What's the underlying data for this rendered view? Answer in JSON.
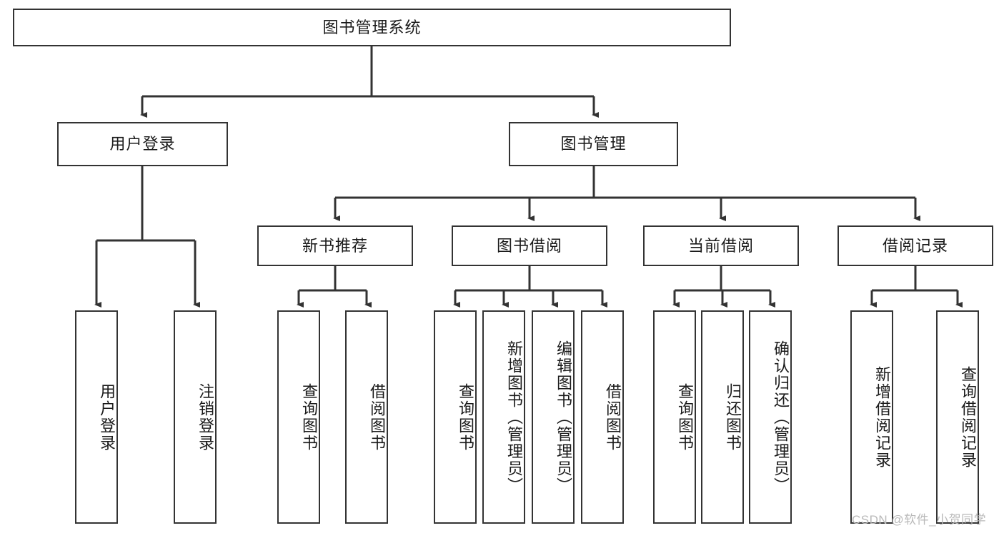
{
  "diagram": {
    "title_node": {
      "label": "图书管理系统"
    },
    "level1": [
      {
        "id": "user-login",
        "label": "用户登录"
      },
      {
        "id": "book-management",
        "label": "图书管理"
      }
    ],
    "level2": [
      {
        "id": "new-book-recommend",
        "label": "新书推荐"
      },
      {
        "id": "book-borrow",
        "label": "图书借阅"
      },
      {
        "id": "current-borrow",
        "label": "当前借阅"
      },
      {
        "id": "borrow-record",
        "label": "借阅记录"
      }
    ],
    "leaves": {
      "user_login": [
        {
          "id": "leaf-user-login",
          "label": "用户登录"
        },
        {
          "id": "leaf-logout-login",
          "label": "注销登录"
        }
      ],
      "new_book_recommend": [
        {
          "id": "leaf-query-book-1",
          "label": "查询图书"
        },
        {
          "id": "leaf-borrow-book-1",
          "label": "借阅图书"
        }
      ],
      "book_borrow": [
        {
          "id": "leaf-query-book-2",
          "label": "查询图书"
        },
        {
          "id": "leaf-add-book",
          "label": "新增图书（管理员）"
        },
        {
          "id": "leaf-edit-book",
          "label": "编辑图书（管理员）"
        },
        {
          "id": "leaf-borrow-book-2",
          "label": "借阅图书"
        }
      ],
      "current_borrow": [
        {
          "id": "leaf-query-book-3",
          "label": "查询图书"
        },
        {
          "id": "leaf-return-book",
          "label": "归还图书"
        },
        {
          "id": "leaf-confirm-return",
          "label": "确认归还（管理员）"
        }
      ],
      "borrow_record": [
        {
          "id": "leaf-add-record",
          "label": "新增借阅记录"
        },
        {
          "id": "leaf-query-record",
          "label": "查询借阅记录"
        }
      ]
    },
    "watermark": "CSDN @软件_小贺同学",
    "colors": {
      "stroke": "#333333",
      "fill": "#ffffff",
      "text": "#1a1a1a",
      "watermark": "#b9b9b9"
    }
  }
}
